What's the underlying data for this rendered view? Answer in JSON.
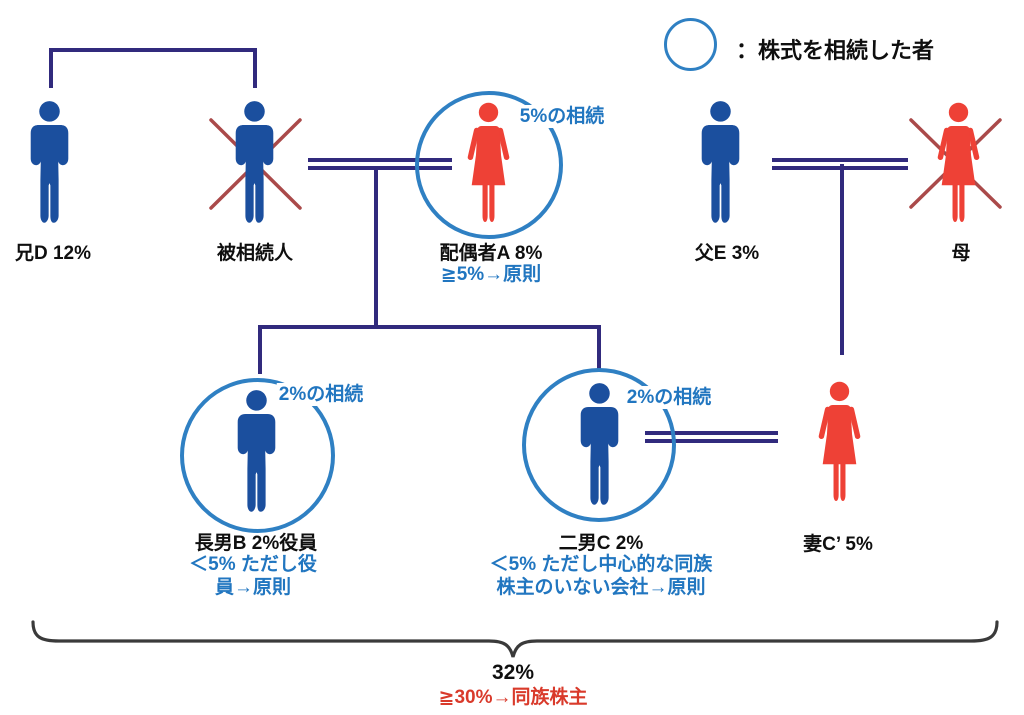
{
  "legend": {
    "label": "：株式を相続した者"
  },
  "persons": [
    {
      "key": "brother-d",
      "label": "兄D 12%",
      "gender": "male",
      "deceased": false,
      "inherited": false
    },
    {
      "key": "decedent",
      "label": "被相続人",
      "gender": "male",
      "deceased": true,
      "inherited": false
    },
    {
      "key": "spouse-a",
      "label": "配偶者A 8%",
      "gender": "female",
      "deceased": false,
      "inherited": true,
      "inherit_note": "5%の相続",
      "rule_note": "≧5%→原則"
    },
    {
      "key": "father-e",
      "label": "父E 3%",
      "gender": "male",
      "deceased": false,
      "inherited": false
    },
    {
      "key": "mother",
      "label": "母",
      "gender": "female",
      "deceased": true,
      "inherited": false
    },
    {
      "key": "eldest-son-b",
      "label": "長男B 2%役員",
      "gender": "male",
      "deceased": false,
      "inherited": true,
      "inherit_note": "2%の相続",
      "rule_note": "＜5% ただし役\n員→原則"
    },
    {
      "key": "second-son-c",
      "label": "二男C 2%",
      "gender": "male",
      "deceased": false,
      "inherited": true,
      "inherit_note": "2%の相続",
      "rule_note": "＜5% ただし中心的な同族\n株主のいない会社→原則"
    },
    {
      "key": "wife-c",
      "label": "妻C’ 5%",
      "gender": "female",
      "deceased": false,
      "inherited": false
    }
  ],
  "summary": {
    "total": "32%",
    "rule": "≧30%→同族株主"
  },
  "colors": {
    "male": "#1b4f9e",
    "female": "#ee4136",
    "connector_line": "#312a7d",
    "inherit_circle": "#2f80c3",
    "note_blue": "#2176c0",
    "deceased_x": "#aa4a4a",
    "alert_red": "#d93a2b",
    "brace": "#3a3a3a"
  }
}
